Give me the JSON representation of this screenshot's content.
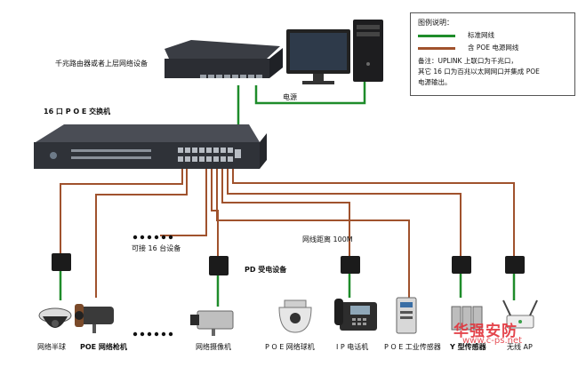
{
  "labels": {
    "router": "千兆路由器或者上层网络设备",
    "switch": "16 口 P O E 交换机",
    "power": "电源",
    "distance": "网线距离 100M",
    "pd": "PD 受电设备",
    "max16": "可接 16 台设备",
    "dome_cam": "网络半球",
    "bullet_cam": "POE 网络枪机",
    "box_cam": "网络摄像机",
    "speed_dome": "P O E  网络球机",
    "ip_phone": "I P 电话机",
    "industrial": "P O E 工业传感器",
    "y_device": "Y 型传感器",
    "ap": "无线 AP"
  },
  "legend": {
    "title": "图例说明：",
    "standard": "标准网线",
    "poe": "含 POE 电源网线",
    "note1": "备注：UPLINK 上联口为千兆口，",
    "note2": "其它 16 口为百兆以太网网口并集成 POE",
    "note3": "电源输出。"
  },
  "watermark": {
    "text": "华强安防",
    "url": "www.c-ps.net"
  },
  "colors": {
    "standard_cable": "#1e8c2a",
    "poe_cable": "#a0522d",
    "watermark": "#e2323a"
  },
  "icons": [
    "router-icon",
    "desktop-pc-icon",
    "poe-switch-icon",
    "power-adapter-icon",
    "dome-camera-icon",
    "bullet-camera-icon",
    "box-camera-icon",
    "speed-dome-icon",
    "ip-phone-icon",
    "industrial-sensor-icon",
    "y-sensor-icon",
    "wireless-ap-icon"
  ]
}
